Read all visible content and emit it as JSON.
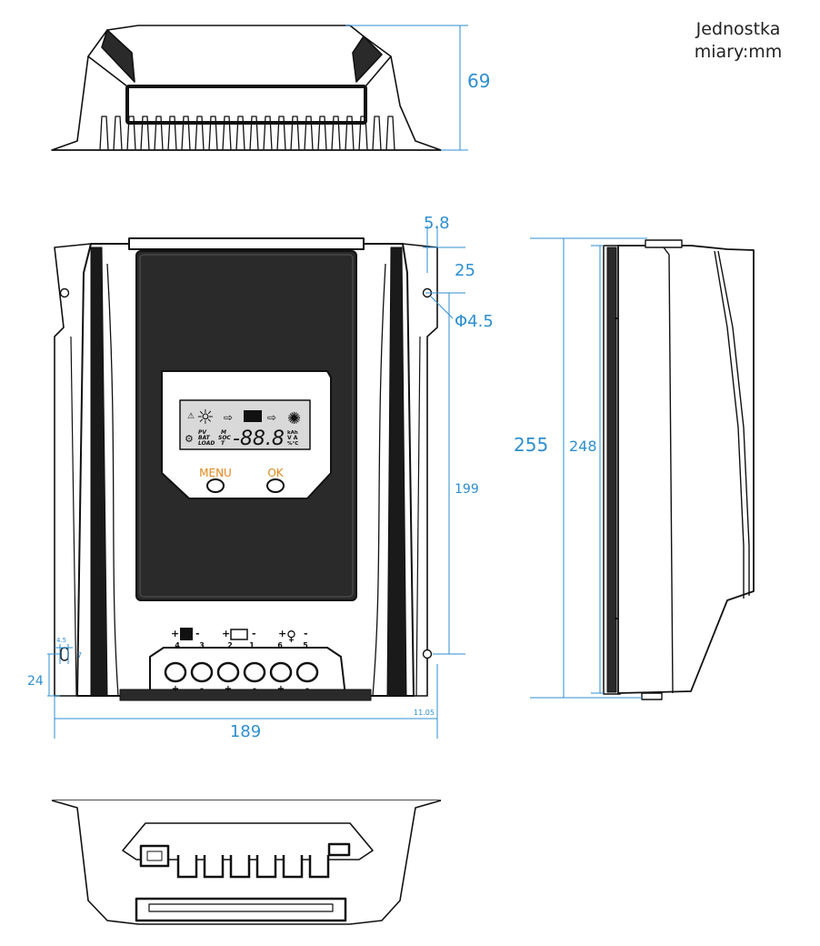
{
  "unit_note": {
    "line1": "Jednostka",
    "line2": "miary:mm"
  },
  "dimensions": {
    "top_height": "69",
    "hole_offset": "5.8",
    "hole_top": "25",
    "hole_diameter": "Φ4.5",
    "hole_spacing": "199",
    "total_height": "255",
    "body_height": "248",
    "bottom_hole": "24",
    "small_a": "4.5",
    "small_b": "7",
    "edge": "11.05",
    "width": "189"
  },
  "front_panel": {
    "button_menu": "MENU",
    "button_ok": "OK",
    "lcd_digits": "-88.8",
    "lcd_pv": "PV",
    "lcd_bat": "BAT",
    "lcd_load": "LOAD",
    "lcd_m": "M",
    "lcd_soc": "SOC",
    "lcd_t": "T",
    "lcd_unit_kah": "kAh",
    "lcd_unit_va": "V A",
    "lcd_unit_c": "%°C"
  },
  "terminals": {
    "numbers": [
      "4",
      "3",
      "2",
      "1",
      "6",
      "5"
    ],
    "polarity": [
      "+",
      "-",
      "+",
      "-",
      "+",
      "-"
    ]
  },
  "colors": {
    "dimension": "#2f8fd0",
    "button_label": "#e08a1c",
    "line": "#111111",
    "panel": "#2a2a2a",
    "lcd": "#d9d9d9"
  }
}
